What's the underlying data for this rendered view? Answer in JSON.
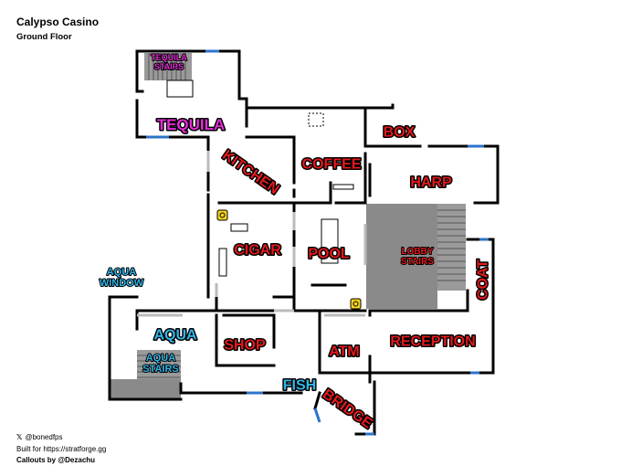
{
  "header": {
    "title": "Calypso Casino",
    "subtitle": "Ground Floor"
  },
  "rooms": [
    {
      "key": "tequila_stairs",
      "label": "TEQUILA\nSTAIRS",
      "style": "small-magenta"
    },
    {
      "key": "tequila",
      "label": "TEQUILA",
      "style": "magenta"
    },
    {
      "key": "box",
      "label": "BOX",
      "style": "red"
    },
    {
      "key": "kitchen",
      "label": "KITCHEN",
      "style": "red"
    },
    {
      "key": "coffee",
      "label": "COFFEE",
      "style": "red"
    },
    {
      "key": "harp",
      "label": "HARP",
      "style": "red"
    },
    {
      "key": "cigar",
      "label": "CIGAR",
      "style": "red"
    },
    {
      "key": "pool",
      "label": "POOL",
      "style": "red"
    },
    {
      "key": "lobby_stairs",
      "label": "LOBBY\nSTAIRS",
      "style": "small-red"
    },
    {
      "key": "coat",
      "label": "COAT",
      "style": "red"
    },
    {
      "key": "aqua_window",
      "label": "AQUA\nWINDOW",
      "style": "small-blue"
    },
    {
      "key": "aqua",
      "label": "AQUA",
      "style": "blue"
    },
    {
      "key": "shop",
      "label": "SHOP",
      "style": "red"
    },
    {
      "key": "atm",
      "label": "ATM",
      "style": "red"
    },
    {
      "key": "reception",
      "label": "RECEPTION",
      "style": "red"
    },
    {
      "key": "aqua_stairs",
      "label": "AQUA\nSTAIRS",
      "style": "small-blue"
    },
    {
      "key": "fish",
      "label": "FISH",
      "style": "blue"
    },
    {
      "key": "bridge",
      "label": "BRIDGE",
      "style": "red"
    }
  ],
  "colors": {
    "red_label": "#e3191c",
    "magenta_label": "#e62cd8",
    "blue_label": "#2fb6e8",
    "wall": "#000000",
    "window": "#2d73c9",
    "stairs": "#8a8a8a",
    "camera": "#f2d21c"
  },
  "icons": [
    "camera-icon",
    "x-logo-icon"
  ],
  "footer": {
    "handle": "@bonedfps",
    "built_for": "Built for https://stratforge.gg",
    "callouts": "Callouts by @Dezachu"
  }
}
